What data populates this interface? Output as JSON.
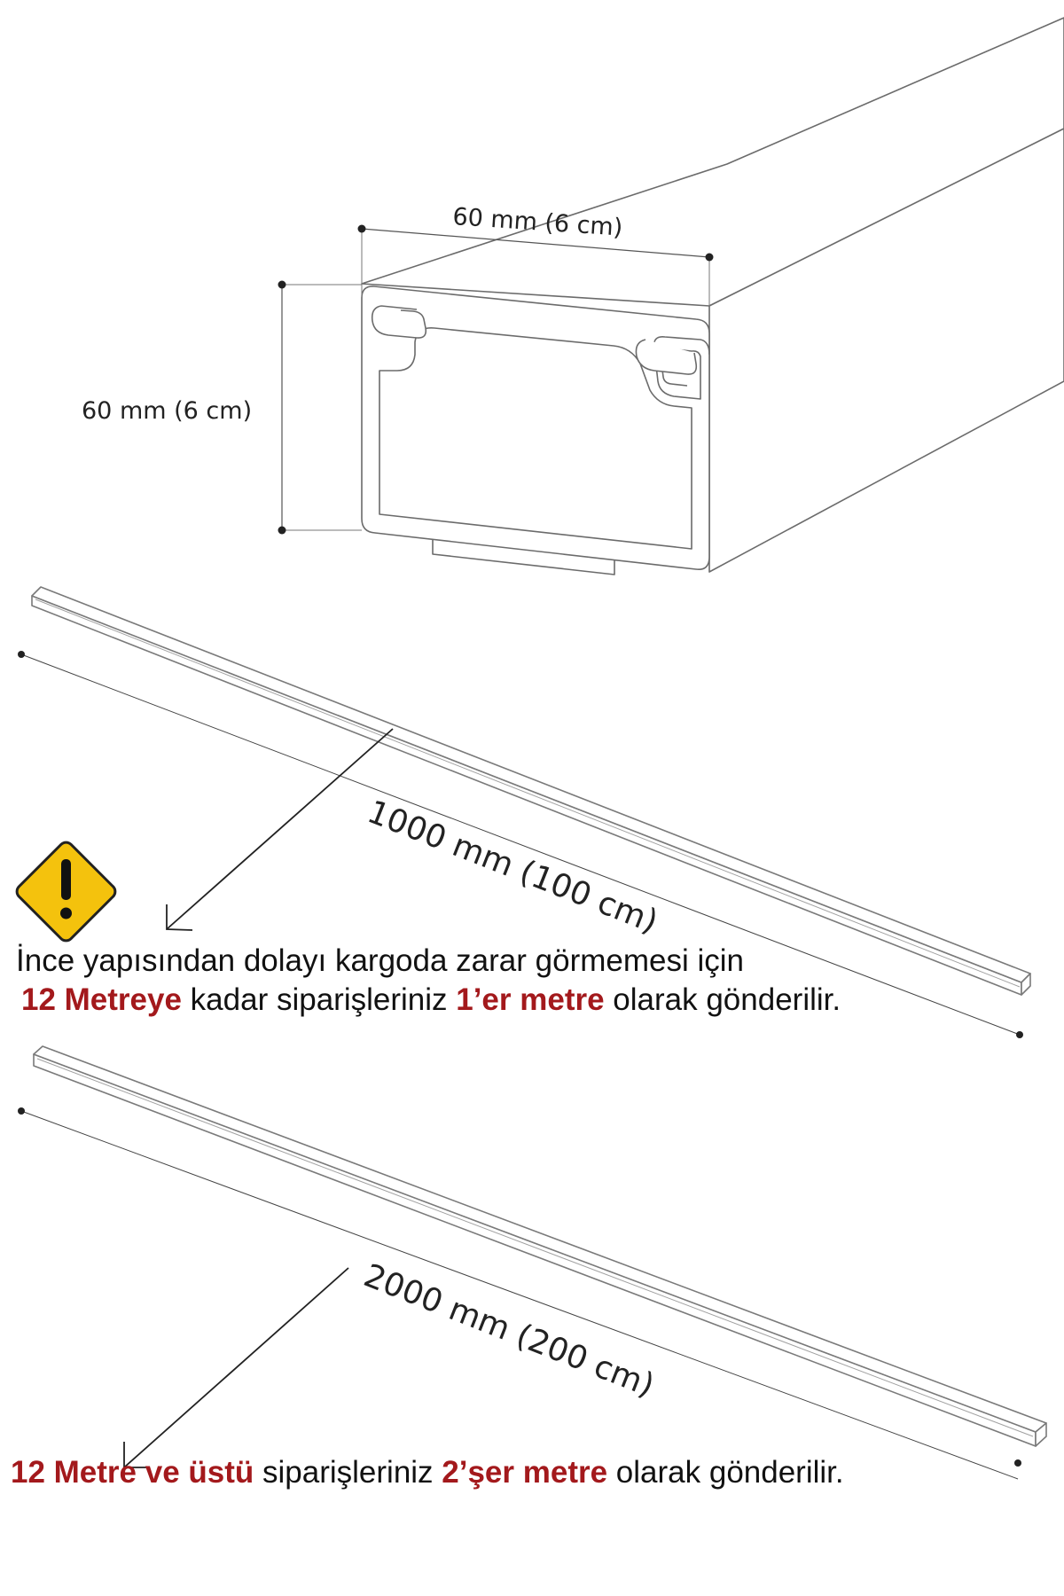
{
  "dimensions": {
    "width_label": "60 mm (6 cm)",
    "height_label": "60 mm (6 cm)",
    "length_1_label": "1000 mm (100 cm)",
    "length_2_label": "2000 mm (200 cm)"
  },
  "warning": {
    "icon": "warning-exclamation-icon",
    "line1": "İnce yapısından dolayı kargoda zarar görmemesi için",
    "line2_part1": "12 Metreye",
    "line2_part2": " kadar siparişleriniz ",
    "line2_part3": "1’er metre",
    "line2_part4": " olarak gönderilir."
  },
  "note2": {
    "part1": "12 Metre ve üstü",
    "part2": " siparişleriniz ",
    "part3": "2’şer metre",
    "part4": " olarak gönderilir."
  },
  "colors": {
    "highlight": "#a3191c",
    "warning_fill": "#f4c20d",
    "line": "#444444"
  }
}
